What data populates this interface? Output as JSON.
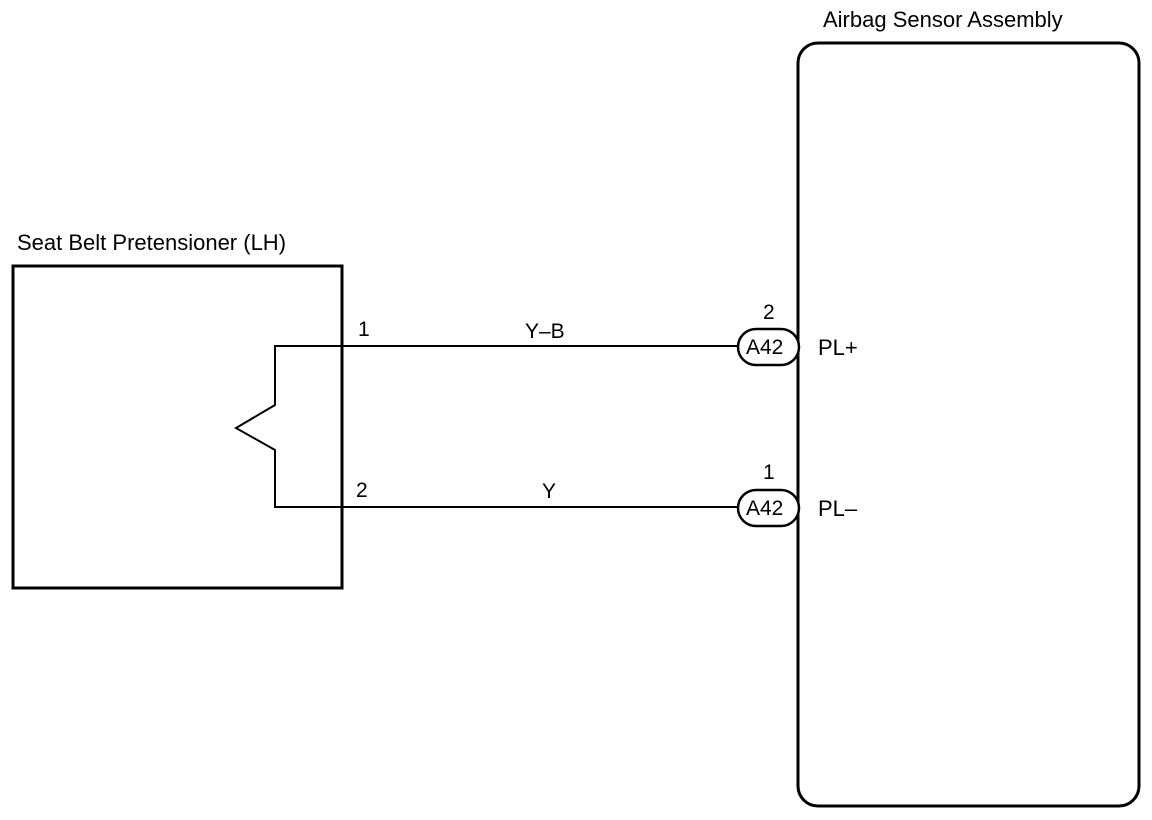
{
  "components": {
    "pretensioner": {
      "label": "Seat Belt Pretensioner (LH)"
    },
    "sensor": {
      "label": "Airbag Sensor Assembly"
    }
  },
  "wires": [
    {
      "color_code": "Y–B",
      "from_pin": "1",
      "connector": "A42",
      "connector_pin": "2",
      "terminal": "PL+"
    },
    {
      "color_code": "Y",
      "from_pin": "2",
      "connector": "A42",
      "connector_pin": "1",
      "terminal": "PL–"
    }
  ],
  "colors": {
    "line": "#000000",
    "background": "#ffffff"
  }
}
